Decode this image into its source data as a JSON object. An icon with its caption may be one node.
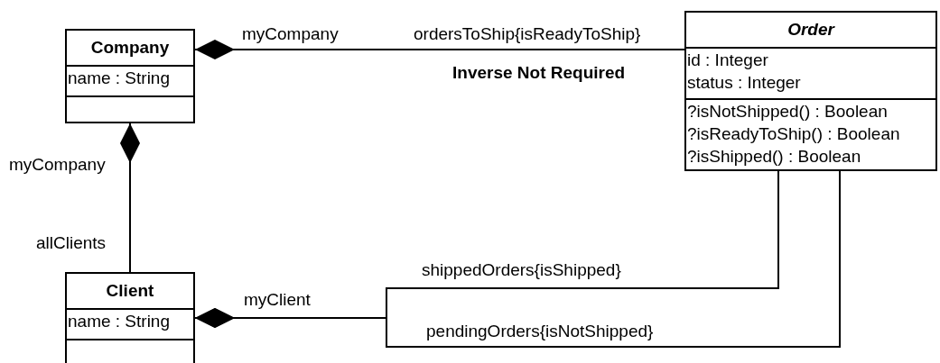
{
  "diagram": {
    "nodes": [
      {
        "text": [
          "Company"
        ]
      },
      {
        "text": [
          "name : String"
        ],
        "in": 0
      },
      {
        "text": [],
        "shape": "box",
        "in": 0
      },
      {
        "text": [
          "Order"
        ]
      },
      {
        "text": [
          "id : Integer",
          "status : Integer"
        ],
        "in": 3
      },
      {
        "text": [
          "?isNotShipped() : Boolean",
          "?isReadyToShip() : Boolean",
          "?isShipped() : Boolean"
        ],
        "in": 3
      },
      {
        "text": [
          "Client"
        ]
      },
      {
        "text": [
          "name : String"
        ],
        "in": 6
      },
      {
        "text": [],
        "shape": "box",
        "in": 6
      }
    ],
    "edges": [
      {
        "from": 0,
        "to": 3,
        "arrow": "other"
      },
      {
        "from": 0,
        "to": 6,
        "arrow": "other"
      },
      {
        "from": 6,
        "to": 3,
        "arrow": "other"
      },
      {
        "from": 6,
        "to": 3,
        "arrow": "other"
      }
    ],
    "labels": [
      "myCompany",
      "ordersToShip{isReadyToShip}",
      "Inverse Not Required",
      "myCompany",
      "allClients",
      "shippedOrders{isShipped}",
      "myClient",
      "pendingOrders{isNotShipped}"
    ]
  }
}
